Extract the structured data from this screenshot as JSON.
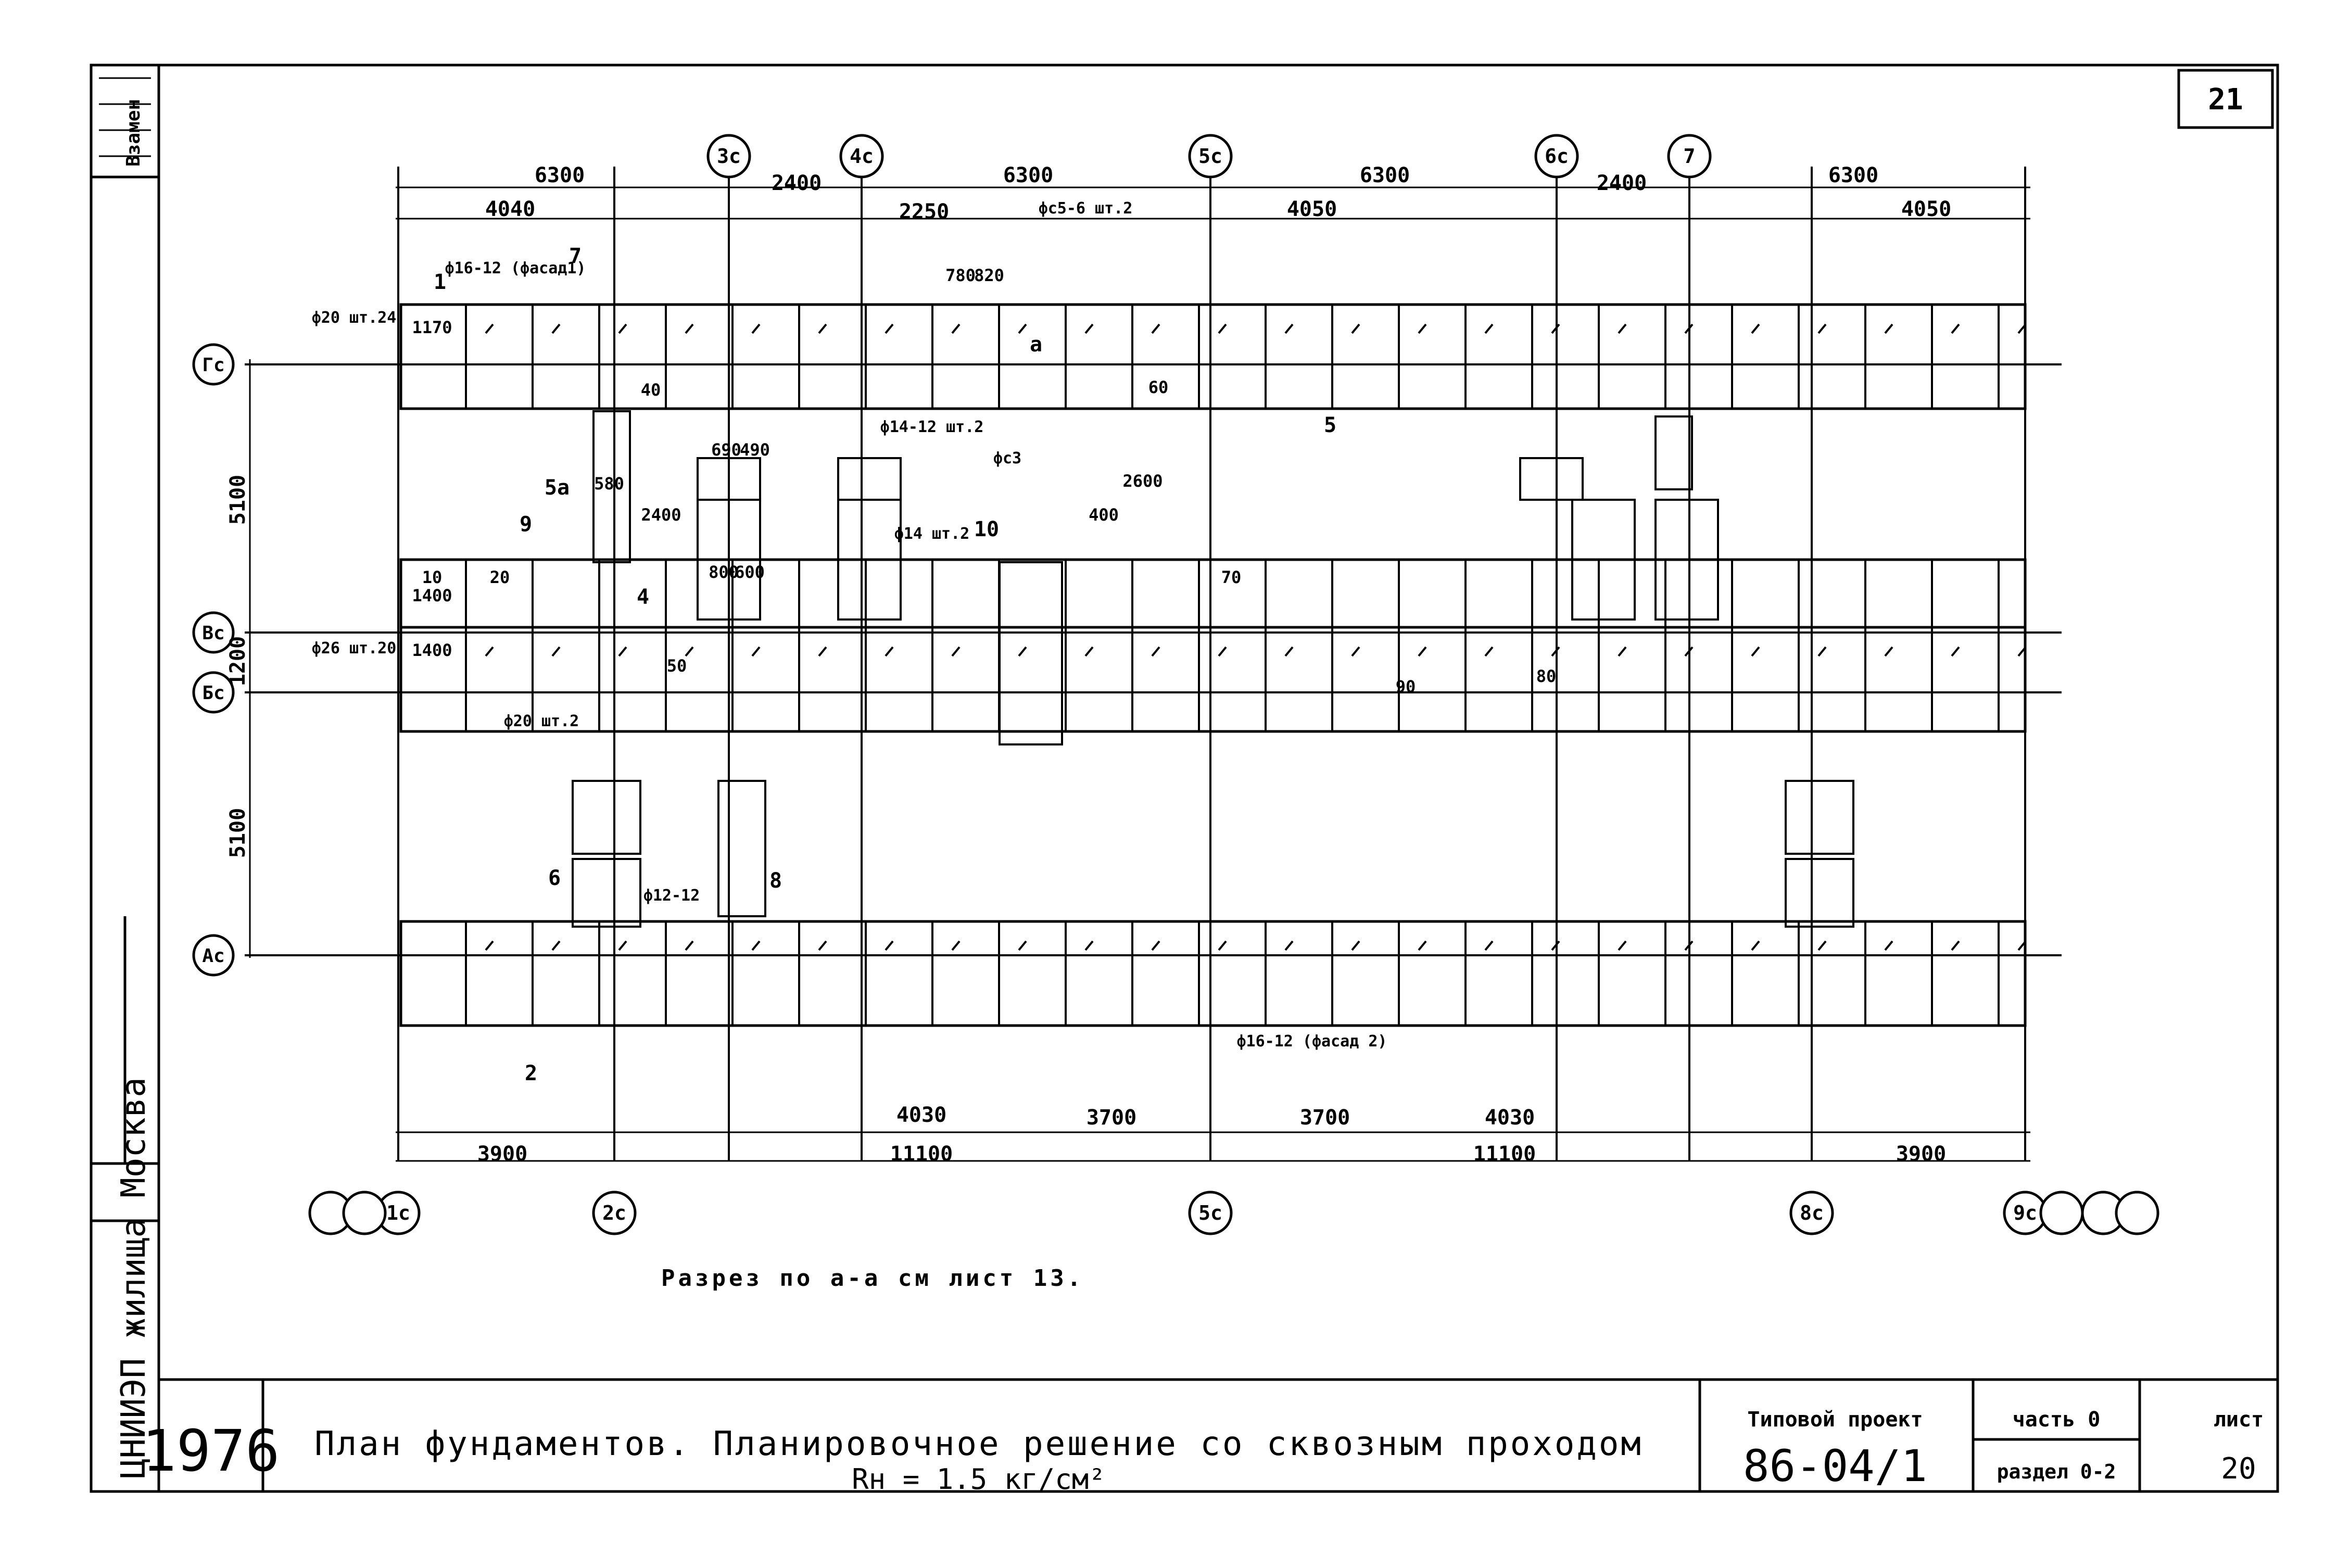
{
  "sheet": {
    "page_number": "21",
    "sheet_no": "20",
    "year": "1976",
    "title_main": "План фундаментов. Планировочное решение со сквозным проходом",
    "title_sub": "Rн = 1.5 кг/см²",
    "project_label": "Типовой проект",
    "project_code": "86-04/1",
    "part_label": "часть 0",
    "section_label": "раздел 0-2",
    "sheet_label": "лист",
    "org": "ЦНИИЭП жилища Москва",
    "vzamen": "Взамен",
    "note": "Разрез по а-а см лист 13."
  },
  "axes": {
    "top": [
      "3c",
      "4c",
      "5c",
      "6c",
      "7"
    ],
    "bottom": [
      "1c",
      "2c",
      "5c",
      "8c",
      "9c"
    ],
    "left": [
      "Гс",
      "Вс",
      "Бс",
      "Ас"
    ]
  },
  "dimensions": {
    "top_main": [
      "6300",
      "2400",
      "6300",
      "6300",
      "2400",
      "6300"
    ],
    "top_sub": [
      "4040",
      "2250",
      "4050",
      "4050"
    ],
    "bottom_main": [
      "3900",
      "11100",
      "11100",
      "3900"
    ],
    "bottom_sub": [
      "4030",
      "3700",
      "3700",
      "4030"
    ],
    "left": [
      "5100",
      "1200",
      "5100"
    ],
    "misc": [
      "2400",
      "2600",
      "780",
      "820",
      "690",
      "490",
      "800",
      "600",
      "580",
      "1170",
      "1400",
      "1400",
      "40",
      "60",
      "70",
      "50",
      "80",
      "90",
      "20",
      "10",
      "400"
    ]
  },
  "labels": {
    "rebar": [
      "ф20 шт.24",
      "ф26 шт.20",
      "ф20 шт.2",
      "ф16-12 (фасад1)",
      "ф14-12 шт.2",
      "ф14 шт.2",
      "ф12-12",
      "фс3",
      "фс5-6 шт.2",
      "ф16-12 (фасад 2)"
    ],
    "marks": [
      "1",
      "2",
      "4",
      "5",
      "5а",
      "6",
      "7",
      "8",
      "9",
      "10",
      "а"
    ]
  }
}
